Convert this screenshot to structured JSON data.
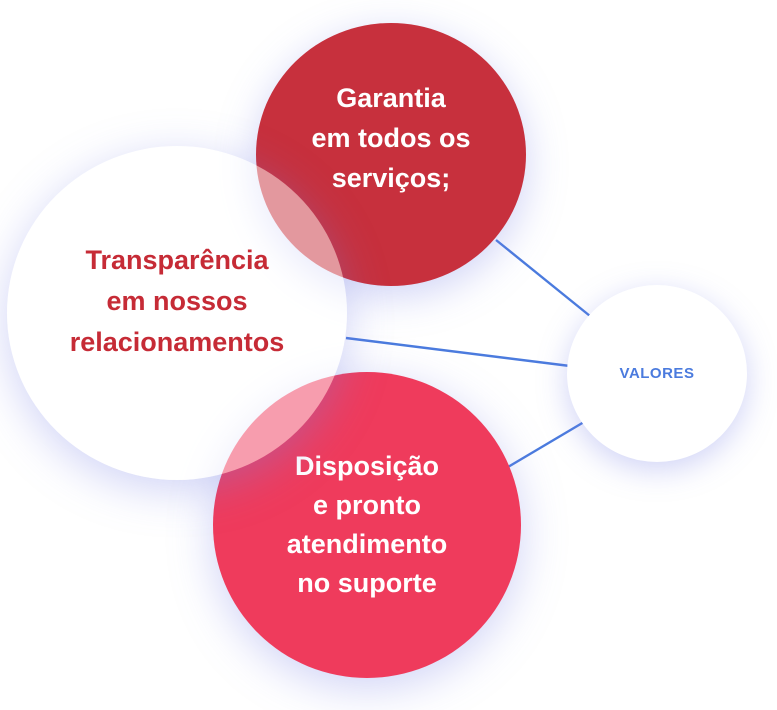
{
  "colors": {
    "primary_dark": "#c7303d",
    "primary_bright": "#ef3b5c",
    "text_red": "#c62b36",
    "accent_blue": "#4b7bde"
  },
  "center": {
    "label": "VALORES"
  },
  "values": [
    {
      "text": "Garantia\nem todos os\nserviços;"
    },
    {
      "text": "Transparência\nem nossos\nrelacionamentos"
    },
    {
      "text": "Disposição\ne pronto\natendimento\nno suporte"
    }
  ]
}
